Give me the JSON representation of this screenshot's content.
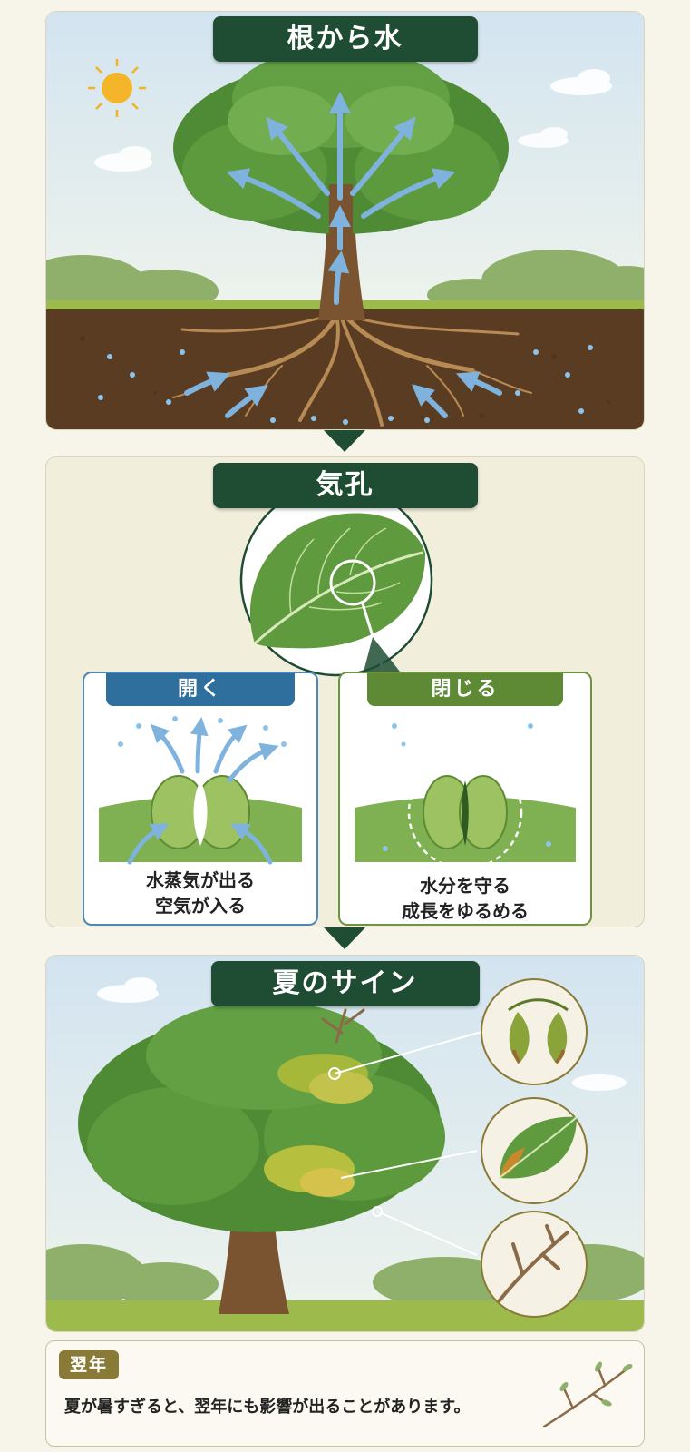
{
  "sections": {
    "roots": {
      "title": "根から水"
    },
    "stomata": {
      "title": "気孔",
      "open": {
        "label": "開く",
        "caption_line1": "水蒸気が出る",
        "caption_line2": "空気が入る"
      },
      "closed": {
        "label": "閉じる",
        "caption_line1": "水分を守る",
        "caption_line2": "成長をゆるめる"
      }
    },
    "summer": {
      "title": "夏のサイン"
    }
  },
  "footer": {
    "badge": "翌年",
    "text": "夏が暑すぎると、翌年にも影響が出ることがあります。"
  },
  "colors": {
    "title_plate": "#1f4d34",
    "open_header": "#2f6f9e",
    "closed_header": "#5e8a36",
    "arrow_blue": "#7fb3dd",
    "leaf_green": "#5f9a3e",
    "soil_brown": "#5a3c22",
    "sky": "#dce9f2"
  }
}
